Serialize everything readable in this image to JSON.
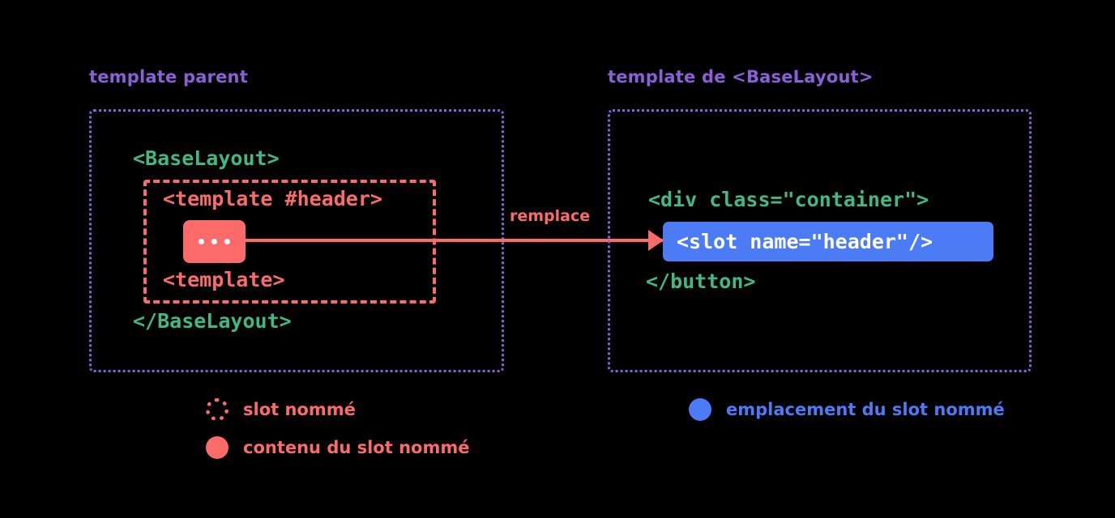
{
  "figure": {
    "background_color": "#000000",
    "purple": "#8B5FD6",
    "green": "#42B883",
    "red": "#FB6B69",
    "blue": "#4B7BF5",
    "white": "#FFFFFF"
  },
  "left_panel": {
    "heading": "template parent",
    "code_lines": {
      "open_component": "<BaseLayout>",
      "open_template": "<template #header>",
      "close_template": "<template>",
      "close_component": "</BaseLayout>"
    },
    "content_chip": {
      "label": "...",
      "dot_count": 3
    }
  },
  "right_panel": {
    "heading": "template de <BaseLayout>",
    "code_lines": {
      "open_div": "<div class=\"container\">",
      "slot": "<slot name=\"header\"/>",
      "close_tag": "</button>"
    }
  },
  "arrow": {
    "label": "remplace"
  },
  "legend": {
    "left": [
      {
        "marker": "dotted-ring-marker",
        "label": "slot nommé",
        "color": "#FB6B69"
      },
      {
        "marker": "filled-circle-marker",
        "label": "contenu du slot nommé",
        "color": "#FB6B69"
      }
    ],
    "right": [
      {
        "marker": "filled-circle-marker",
        "label": "emplacement du slot nommé",
        "color": "#4B7BF5"
      }
    ]
  }
}
